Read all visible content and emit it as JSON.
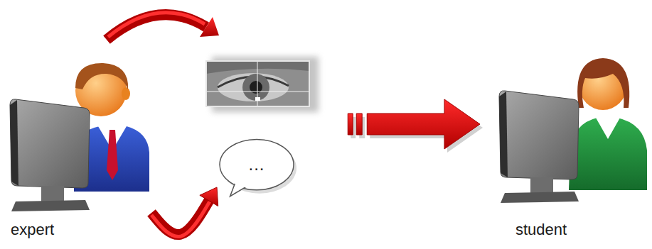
{
  "diagram": {
    "nodes": [
      {
        "text": [
          "expert"
        ]
      },
      {
        "text": [
          "..."
        ]
      },
      {
        "text": [
          "student"
        ]
      }
    ],
    "edges": [
      {
        "from": 0,
        "to": 1,
        "arrow": "to"
      },
      {
        "from": 1,
        "to": 2,
        "arrow": "to"
      }
    ]
  }
}
